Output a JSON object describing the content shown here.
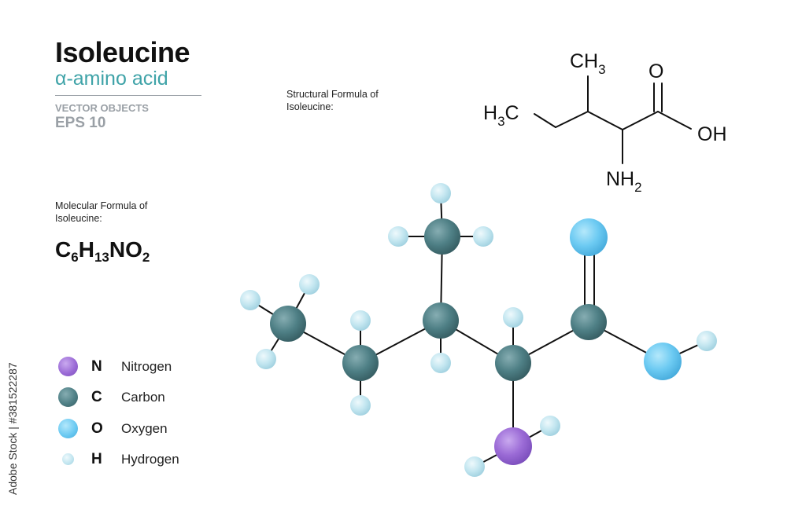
{
  "header": {
    "title": "Isoleucine",
    "subtitle": "α-amino acid",
    "tag1": "VECTOR OBJECTS",
    "tag2": "EPS 10"
  },
  "structural": {
    "caption_line1": "Structural  Formula of",
    "caption_line2": "Isoleucine:",
    "labels": {
      "ch3_main": "CH",
      "ch3_sub": "3",
      "h3c_main": "H",
      "h3c_sub": "3",
      "h3c_tail": "C",
      "o": "O",
      "oh": "OH",
      "nh2_main": "NH",
      "nh2_sub": "2"
    }
  },
  "molecular": {
    "caption_line1": "Molecular Formula of",
    "caption_line2": "Isoleucine:",
    "formula": {
      "c": "C",
      "c_n": "6",
      "h": "H",
      "h_n": "13",
      "no": "NO",
      "o_n": "2"
    }
  },
  "legend": [
    {
      "symbol": "N",
      "name": "Nitrogen",
      "color": "#9b6bd6"
    },
    {
      "symbol": "C",
      "name": "Carbon",
      "color": "#4e7f85"
    },
    {
      "symbol": "O",
      "name": "Oxygen",
      "color": "#6ccaf2"
    },
    {
      "symbol": "H",
      "name": "Hydrogen",
      "color": "#c3e6f0"
    }
  ],
  "watermark": "Adobe Stock | #381522287"
}
